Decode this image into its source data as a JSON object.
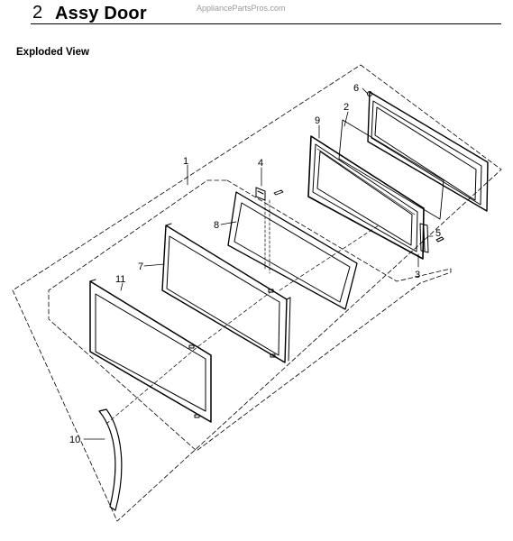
{
  "header": {
    "section_number": "2",
    "section_title": "Assy Door",
    "watermark": "AppliancePartsPros.com"
  },
  "subtitle": "Exploded View",
  "callouts": [
    "1",
    "2",
    "3",
    "4",
    "5",
    "6",
    "7",
    "8",
    "9",
    "10",
    "11"
  ]
}
